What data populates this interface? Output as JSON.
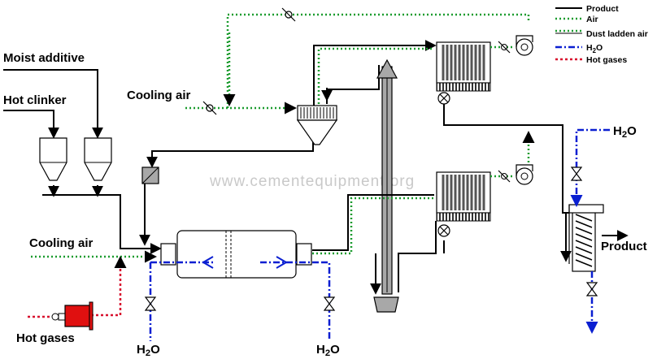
{
  "labels": {
    "moist_additive": "Moist additive",
    "hot_clinker": "Hot clinker",
    "cooling_air_top": "Cooling air",
    "cooling_air_left": "Cooling air",
    "hot_gases": "Hot gases",
    "h2o_left": "H2O",
    "h2o_mid": "H2O",
    "h2o_right": "H2O",
    "product": "Product"
  },
  "legend": {
    "product": "Product",
    "air": "Air",
    "dust": "Dust ladden air",
    "h2o": "H2O",
    "hot": "Hot gases"
  },
  "watermark": "www.cementequipment.org",
  "colors": {
    "product_line": "#000000",
    "air_line": "#1a9b2e",
    "h2o_line": "#0a1fd1",
    "hot_gas_line": "#d8102e",
    "burner": "#e01010"
  }
}
